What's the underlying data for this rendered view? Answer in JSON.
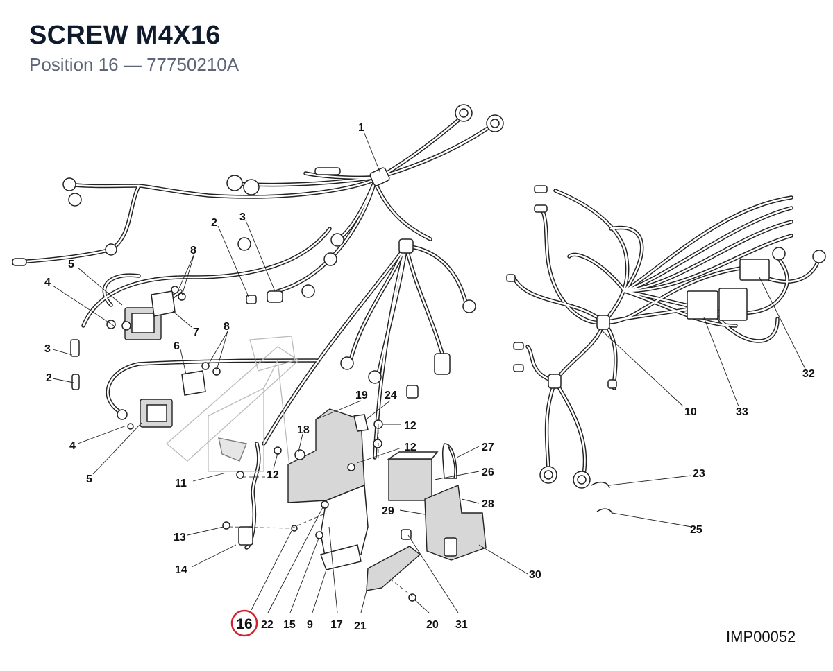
{
  "header": {
    "title": "SCREW M4X16",
    "subtitle": "Position 16 — 77750210A"
  },
  "diagram": {
    "reference": "IMP00052",
    "highlighted_position": "16",
    "highlight_color": "#d3202f",
    "callouts": [
      {
        "label": "1"
      },
      {
        "label": "2"
      },
      {
        "label": "3"
      },
      {
        "label": "8"
      },
      {
        "label": "5"
      },
      {
        "label": "4"
      },
      {
        "label": "7"
      },
      {
        "label": "3"
      },
      {
        "label": "2"
      },
      {
        "label": "6"
      },
      {
        "label": "8"
      },
      {
        "label": "4"
      },
      {
        "label": "5"
      },
      {
        "label": "19"
      },
      {
        "label": "24"
      },
      {
        "label": "12"
      },
      {
        "label": "12"
      },
      {
        "label": "18"
      },
      {
        "label": "12"
      },
      {
        "label": "11"
      },
      {
        "label": "27"
      },
      {
        "label": "26"
      },
      {
        "label": "28"
      },
      {
        "label": "29"
      },
      {
        "label": "13"
      },
      {
        "label": "14"
      },
      {
        "label": "30"
      },
      {
        "label": "16"
      },
      {
        "label": "22"
      },
      {
        "label": "15"
      },
      {
        "label": "9"
      },
      {
        "label": "17"
      },
      {
        "label": "21"
      },
      {
        "label": "20"
      },
      {
        "label": "31"
      },
      {
        "label": "10"
      },
      {
        "label": "33"
      },
      {
        "label": "32"
      },
      {
        "label": "23"
      },
      {
        "label": "25"
      }
    ]
  }
}
